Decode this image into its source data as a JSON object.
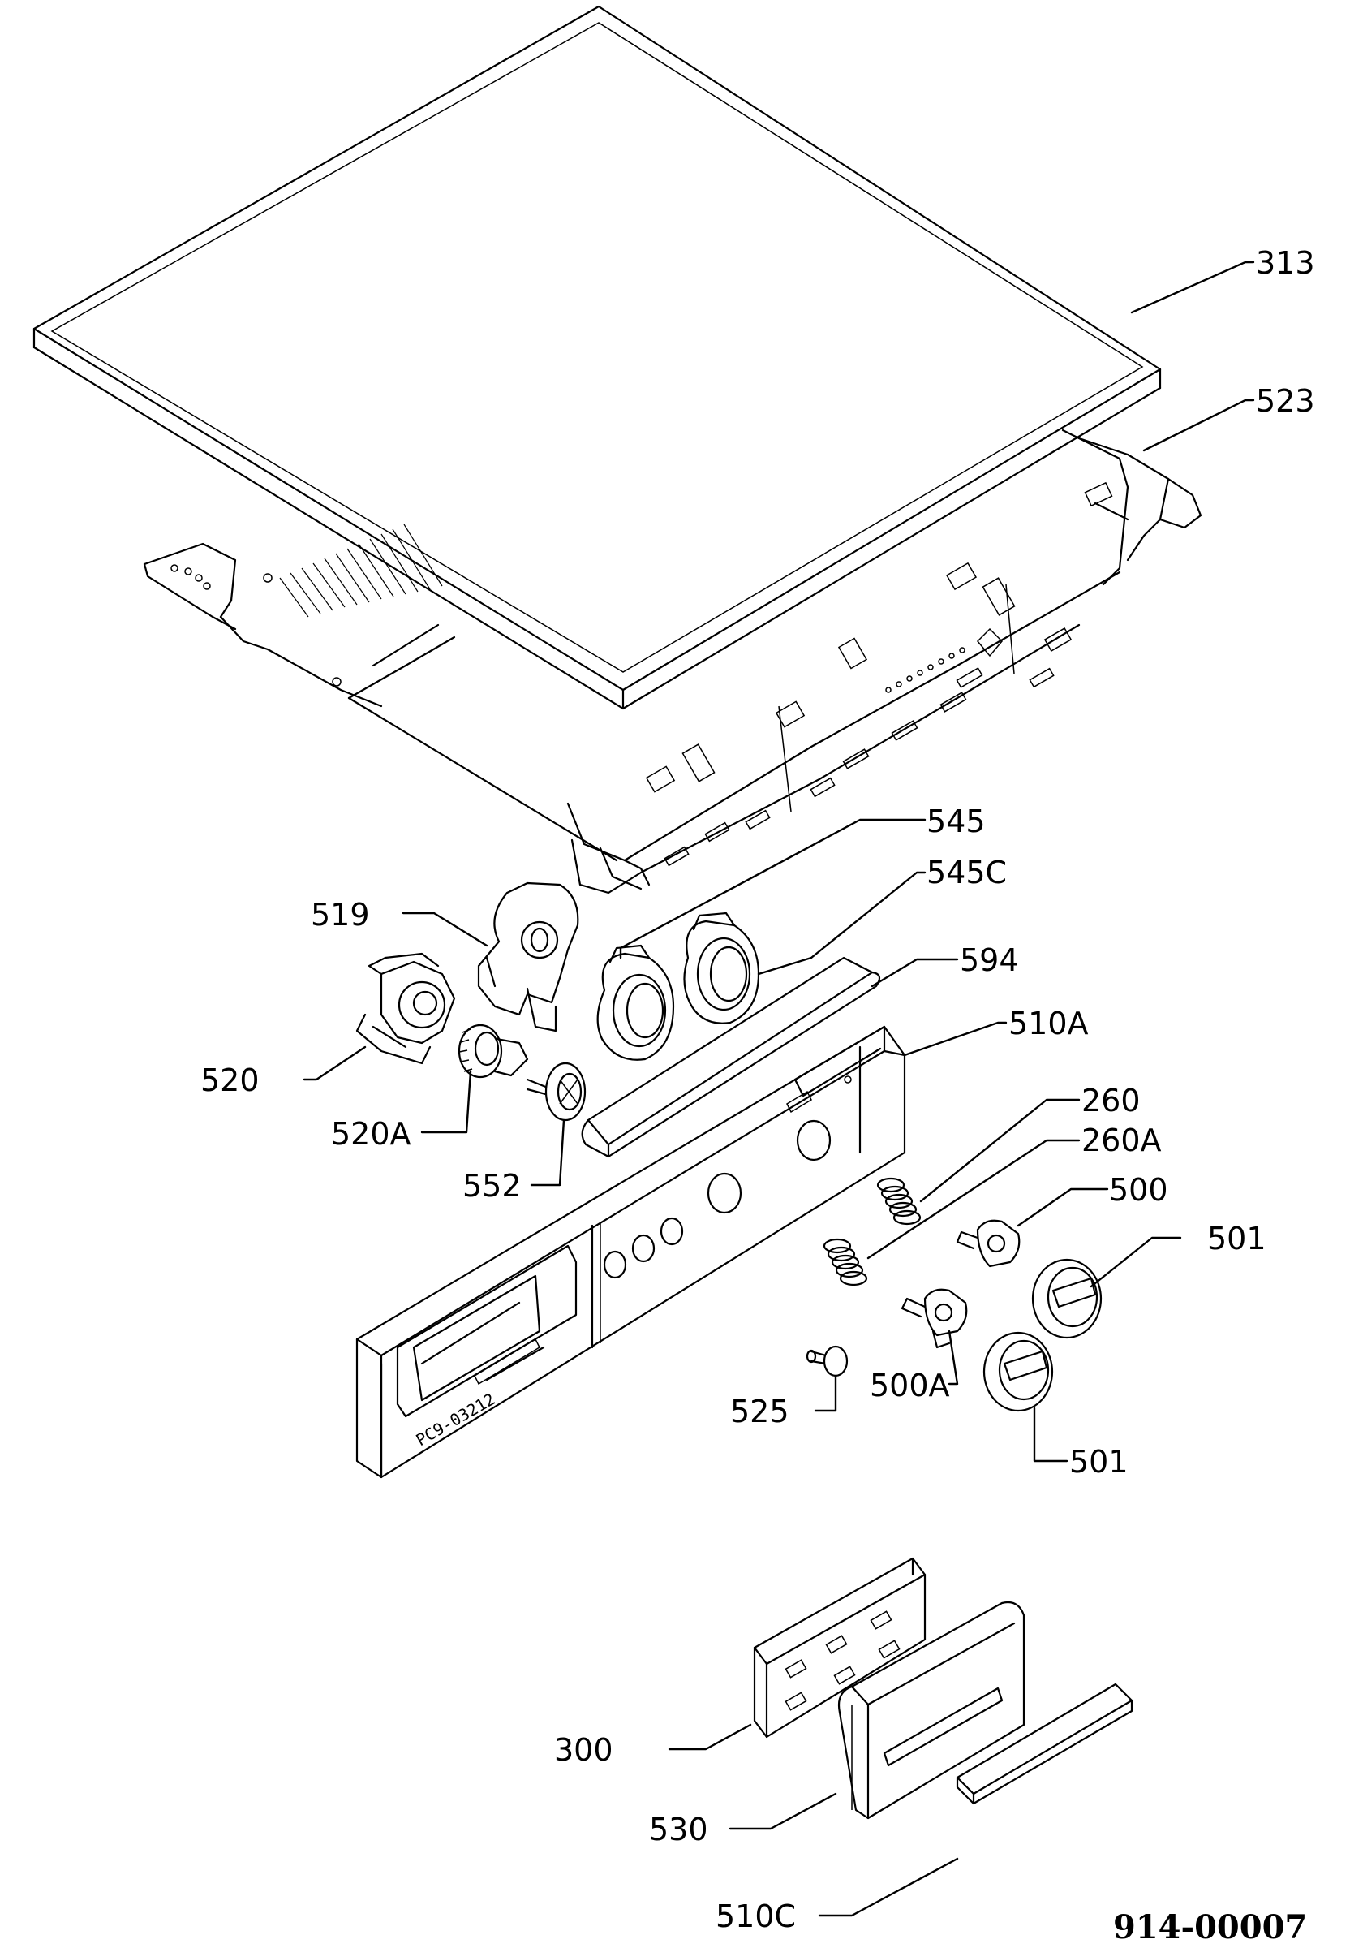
{
  "diagram": {
    "document_number": "914-00007",
    "panel_marking": "PC9-03212",
    "callouts": {
      "c313": "313",
      "c523": "523",
      "c545": "545",
      "c545c": "545C",
      "c519": "519",
      "c594": "594",
      "c510a": "510A",
      "c520": "520",
      "c520a": "520A",
      "c552": "552",
      "c260": "260",
      "c260a": "260A",
      "c500": "500",
      "c501a": "501",
      "c501b": "501",
      "c500a": "500A",
      "c525": "525",
      "c300": "300",
      "c530": "530",
      "c510c": "510C"
    }
  }
}
